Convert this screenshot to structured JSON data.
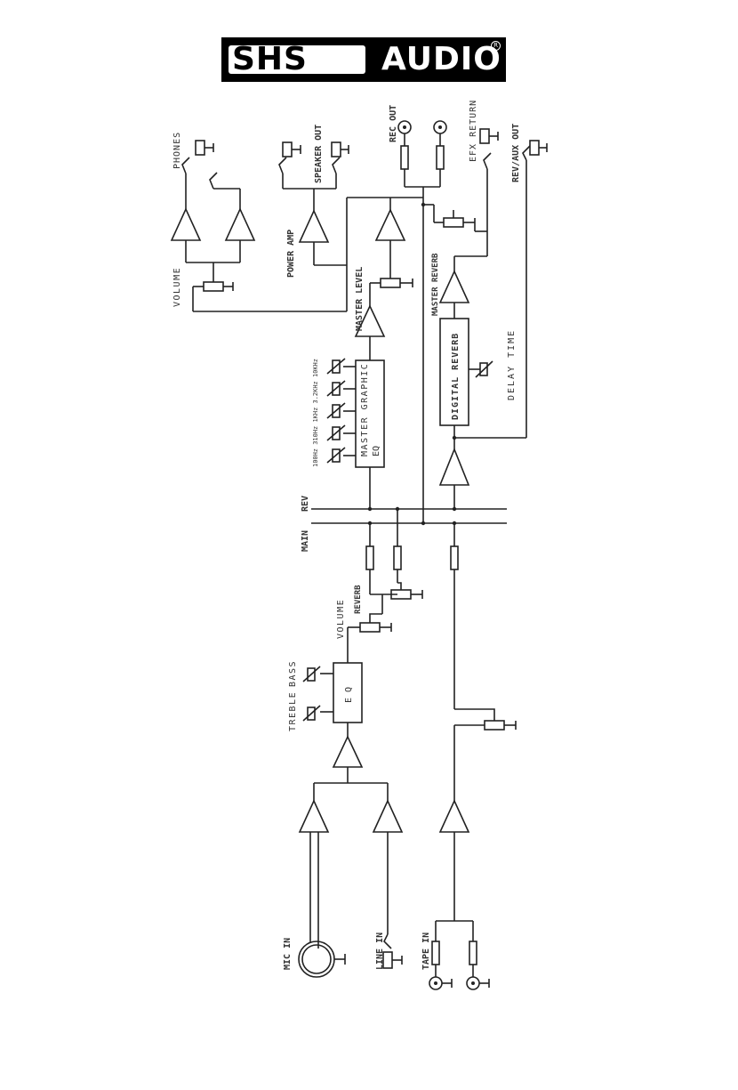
{
  "brand": {
    "left": "SHS",
    "right": "AUDIO",
    "reg": "R"
  },
  "labels": {
    "mic_in": "MIC IN",
    "line_in": "LINE IN",
    "tape_in": "TAPE IN",
    "treble": "TREBLE",
    "bass": "BASS",
    "eq": "E Q",
    "volume": "VOLUME",
    "reverb": "REVERB",
    "main": "MAIN",
    "rev": "REV",
    "master_graphic": "MASTER GRAPHIC",
    "eq2": "EQ",
    "eq_bands": "100Hz  310Hz  1KHz  3.2KHz  10KHz",
    "master_level": "MASTER LEVEL",
    "power_amp": "POWER AMP",
    "speaker_out": "SPEAKER OUT",
    "rec_out": "REC OUT",
    "phones": "PHONES",
    "volume_phones": "VOLUME",
    "efx_return": "EFX RETURN",
    "master_reverb": "MASTER REVERB",
    "digital_reverb": "DIGITAL REVERB",
    "delay_time": "DELAY TIME",
    "rev_aux_out": "REV/AUX OUT"
  }
}
